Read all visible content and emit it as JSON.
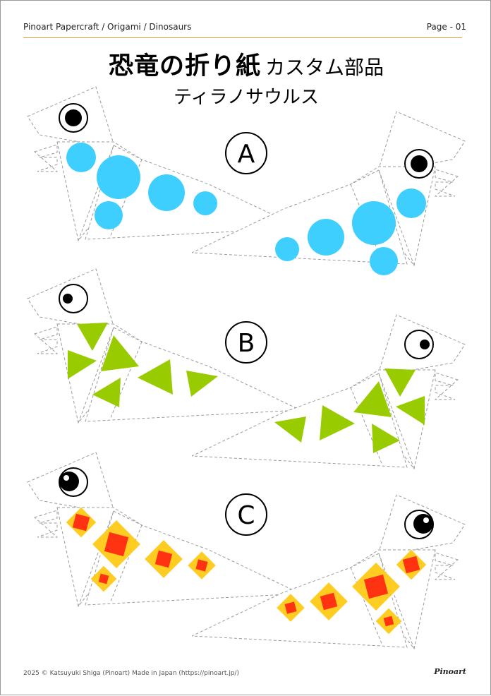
{
  "header": {
    "breadcrumb": "Pinoart Papercraft / Origami / Dinosaurs",
    "page_number": "Page - 01"
  },
  "title": {
    "main": "恐竜の折り紙",
    "suffix": "カスタム部品"
  },
  "subtitle": "ティラノサウルス",
  "sections": [
    {
      "label": "A",
      "pattern": "circles",
      "color": "#3fcfff"
    },
    {
      "label": "B",
      "pattern": "triangles",
      "color": "#99cc00"
    },
    {
      "label": "C",
      "pattern": "diamonds",
      "color": "#ffcc22",
      "inner_color": "#ff3311"
    }
  ],
  "footer": {
    "copyright": "2025 © Katsuyuki Shiga (Pinoart)  Made in Japan (https://pinoart.jp/)",
    "logo_text": "Pinoart"
  }
}
